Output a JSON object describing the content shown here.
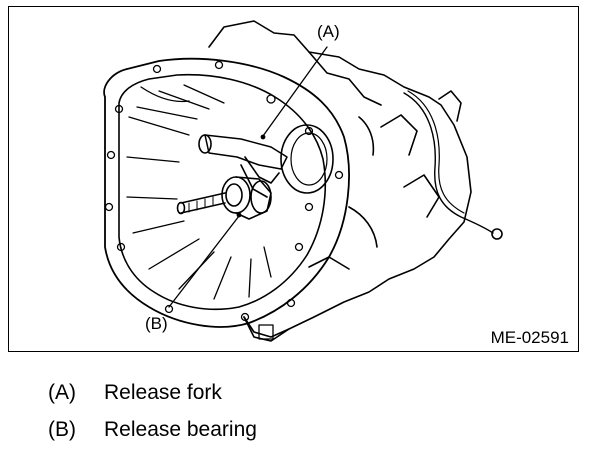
{
  "figure": {
    "figure_id": "ME-02591",
    "callouts": [
      {
        "letter": "(A)"
      },
      {
        "letter": "(B)"
      }
    ]
  },
  "legend": {
    "items": [
      {
        "letter": "(A)",
        "text": "Release fork"
      },
      {
        "letter": "(B)",
        "text": "Release bearing"
      }
    ]
  },
  "colors": {
    "line": "#000000",
    "background": "#ffffff"
  }
}
